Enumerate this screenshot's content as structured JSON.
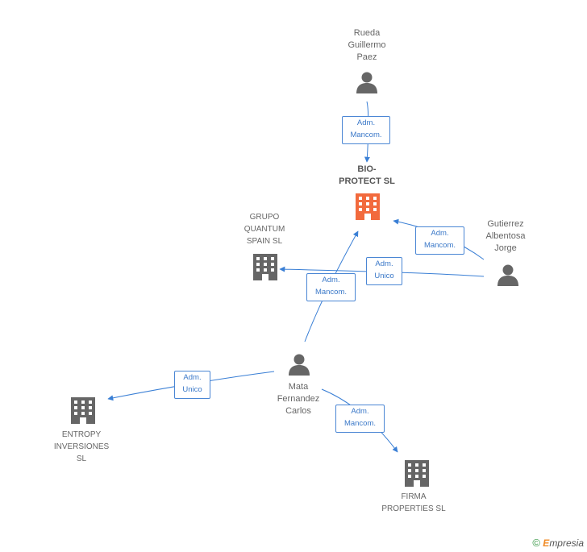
{
  "focus_company": {
    "name": "BIO-\nPROTECT SL",
    "color": "#f26a3d"
  },
  "companies": [
    {
      "id": "grupo",
      "name": "GRUPO\nQUANTUM\nSPAIN SL"
    },
    {
      "id": "entropy",
      "name": "ENTROPY\nINVERSIONES\nSL"
    },
    {
      "id": "firma",
      "name": "FIRMA\nPROPERTIES SL"
    }
  ],
  "persons": [
    {
      "id": "rueda",
      "name": "Rueda\nGuillermo\nPaez"
    },
    {
      "id": "gutierrez",
      "name": "Gutierrez\nAlbentosa\nJorge"
    },
    {
      "id": "mata",
      "name": "Mata\nFernandez\nCarlos"
    }
  ],
  "relations": [
    {
      "id": "rueda-bio",
      "label": "Adm.\nMancom."
    },
    {
      "id": "gutierrez-bio",
      "label": "Adm.\nMancom."
    },
    {
      "id": "gutierrez-grupo",
      "label": "Adm.\nUnico"
    },
    {
      "id": "mata-bio",
      "label": "Adm.\nMancom."
    },
    {
      "id": "mata-entropy",
      "label": "Adm.\nUnico"
    },
    {
      "id": "mata-firma",
      "label": "Adm.\nMancom."
    }
  ],
  "colors": {
    "edge": "#3a7fd5",
    "icon": "#666666",
    "focus": "#f26a3d"
  },
  "brand": {
    "copyright": "©",
    "name_initial": "E",
    "name_rest": "mpresia"
  }
}
